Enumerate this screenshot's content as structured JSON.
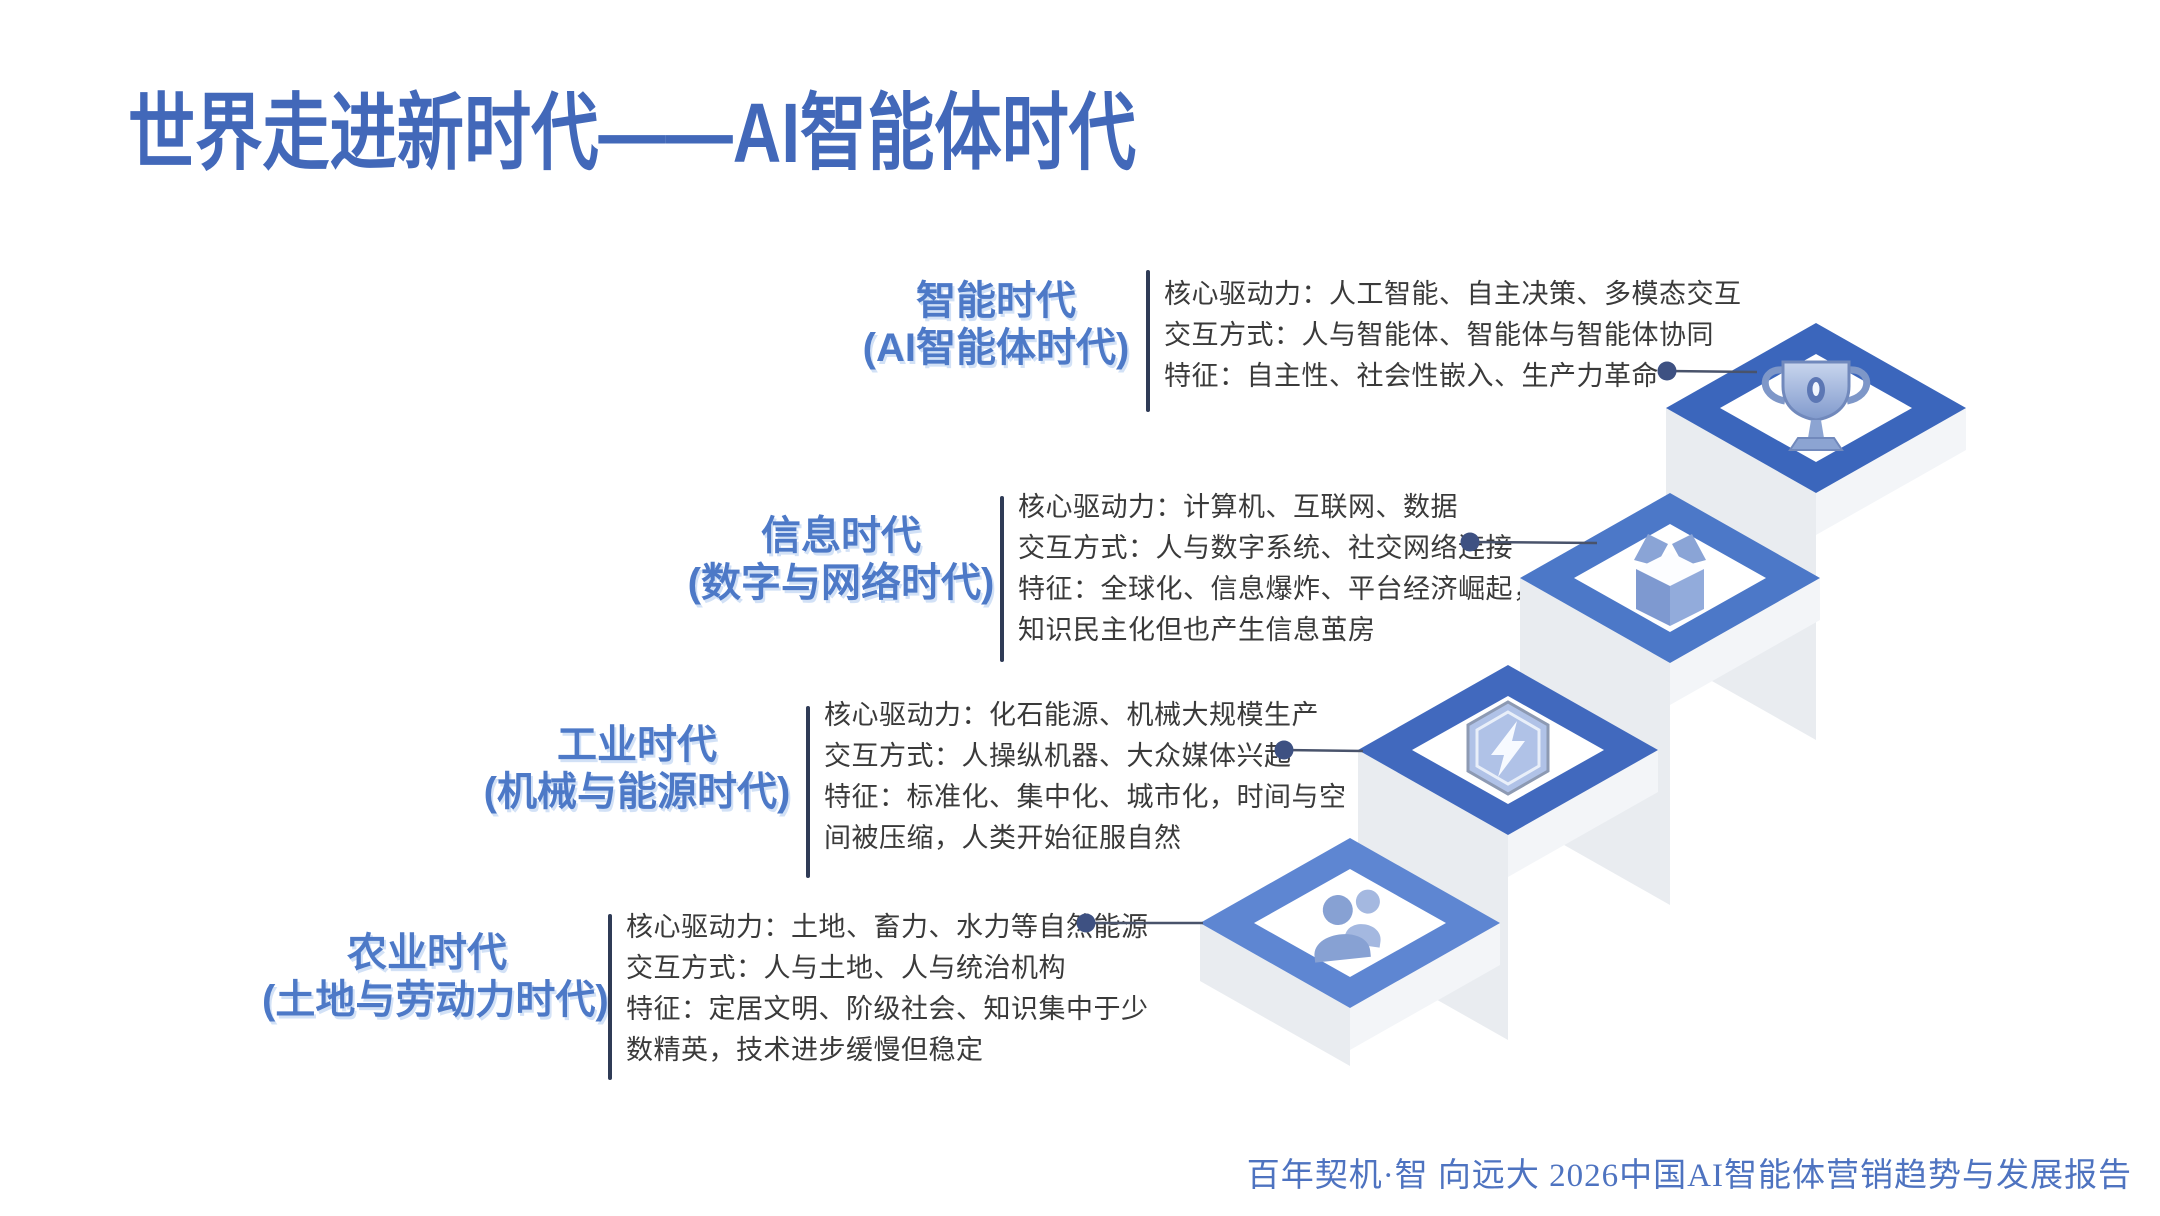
{
  "page": {
    "title": "世界走进新时代——AI智能体时代",
    "footer": "百年契机·智 向远大  2026中国AI智能体营销趋势与发展报告"
  },
  "eras": [
    {
      "name": "智能时代",
      "subtitle": "(AI智能体时代)",
      "lines": [
        "核心驱动力：人工智能、自主决策、多模态交互",
        "交互方式：人与智能体、智能体与智能体协同",
        "特征：自主性、社会性嵌入、生产力革命",
        ""
      ],
      "icon": "trophy-icon"
    },
    {
      "name": "信息时代",
      "subtitle": "(数字与网络时代)",
      "lines": [
        "核心驱动力：计算机、互联网、数据",
        "交互方式：人与数字系统、社交网络连接",
        "特征：全球化、信息爆炸、平台经济崛起，",
        "知识民主化但也产生信息茧房"
      ],
      "icon": "open-box-icon"
    },
    {
      "name": "工业时代",
      "subtitle": "(机械与能源时代)",
      "lines": [
        "核心驱动力：化石能源、机械大规模生产",
        "交互方式：人操纵机器、大众媒体兴起",
        "特征：标准化、集中化、城市化，时间与空",
        "间被压缩，人类开始征服自然"
      ],
      "icon": "lightning-icon"
    },
    {
      "name": "农业时代",
      "subtitle": "(土地与劳动力时代)",
      "lines": [
        "核心驱动力：土地、畜力、水力等自然能源",
        "交互方式：人与土地、人与统治机构",
        "特征：定居文明、阶级社会、知识集中于少",
        "数精英，技术进步缓慢但稳定"
      ],
      "icon": "users-icon"
    }
  ],
  "colors": {
    "title_blue": "#4268b9",
    "heading_blue": "#4d79c7",
    "body_text": "#3a3a3a",
    "divider_navy": "#2f3b56",
    "connector_dot": "#3e5182",
    "connector_line": "#49536b",
    "footer_blue": "#4e73c0",
    "riser_gray_left": "#e9ecf0",
    "riser_gray_right": "#f3f5f8",
    "icon_slate_blue": "#89a2d2",
    "step_colors": [
      "#3b66bc",
      "#4c78c8",
      "#4169be",
      "#5e86d2"
    ]
  }
}
